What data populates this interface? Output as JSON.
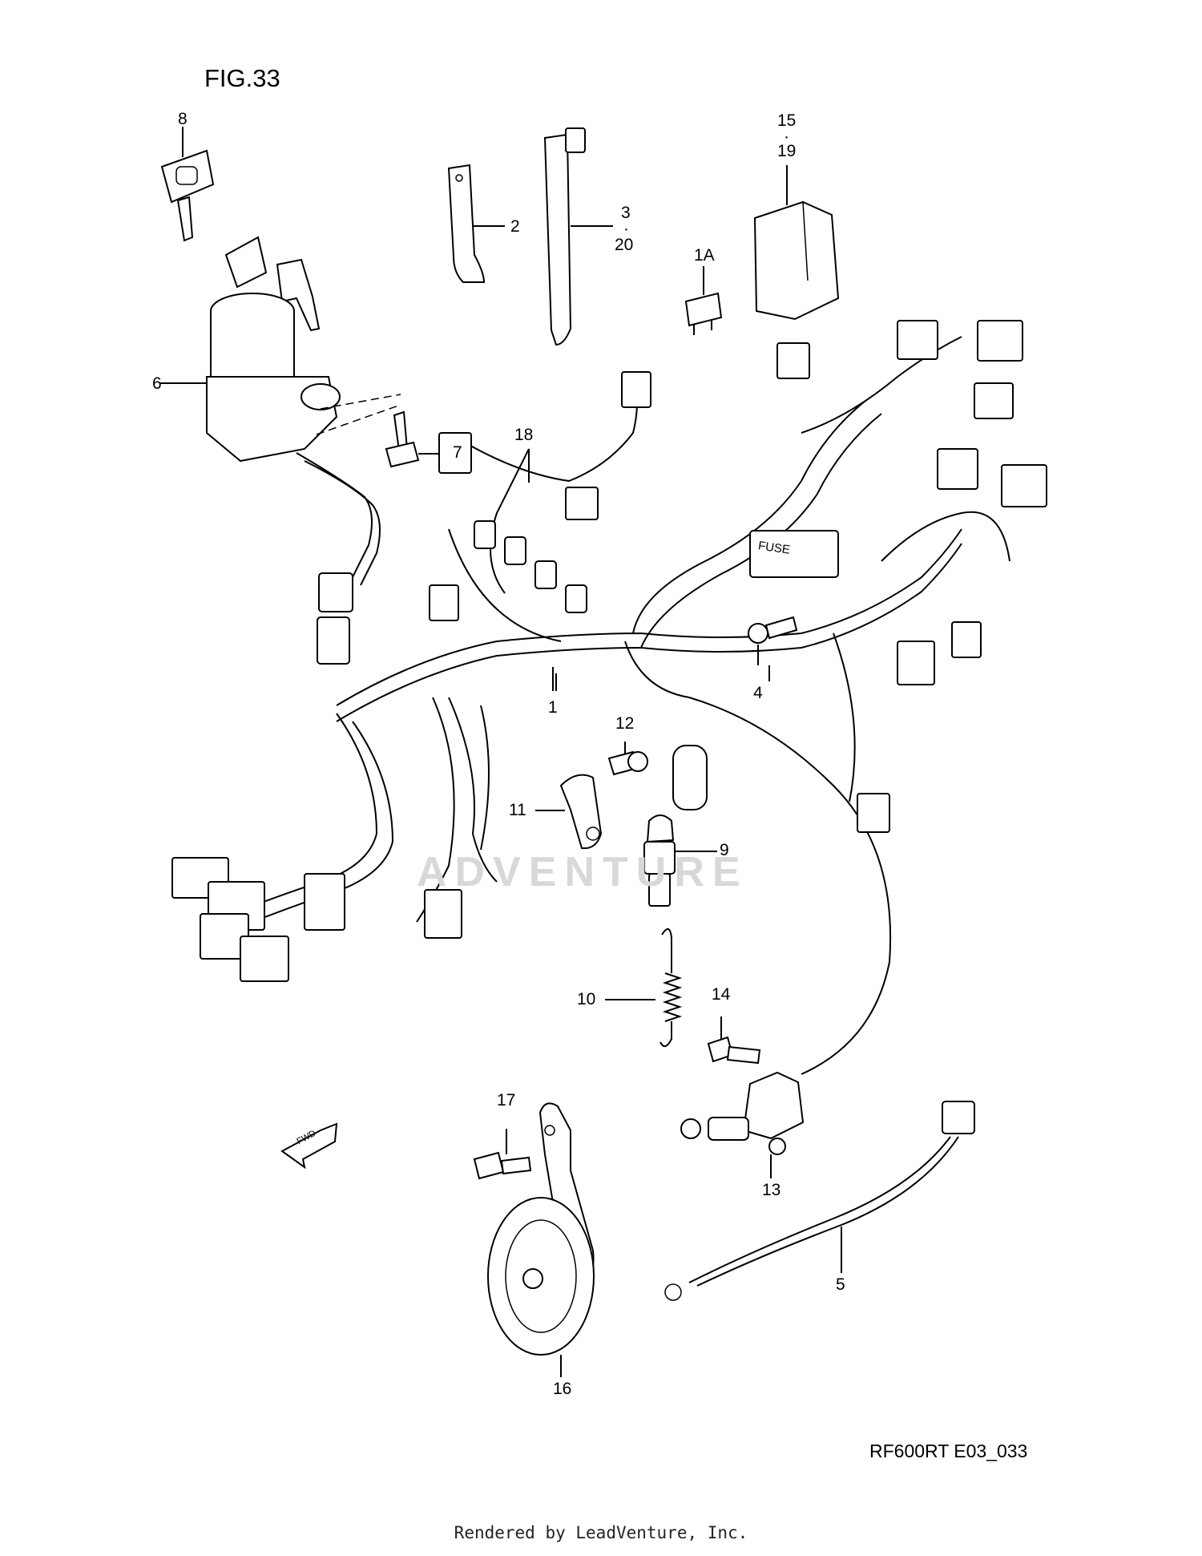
{
  "figure": {
    "title": "FIG.33",
    "code": "RF600RT E03_033"
  },
  "watermark": "ADVENTURE",
  "footer": "Rendered by LeadVenture, Inc.",
  "callouts": {
    "c1": "1",
    "c1a": "1A",
    "c2": "2",
    "c3": "3",
    "c3dot": "·",
    "c20": "20",
    "c4": "4",
    "c5": "5",
    "c6": "6",
    "c7": "7",
    "c8": "8",
    "c9": "9",
    "c10": "10",
    "c11": "11",
    "c12": "12",
    "c13": "13",
    "c14": "14",
    "c15": "15",
    "c15dot": "·",
    "c19": "19",
    "c16": "16",
    "c17": "17",
    "c18": "18"
  },
  "labels": {
    "fuse": "FUSE",
    "fwd": "FWD"
  },
  "colors": {
    "line": "#000000",
    "background": "#ffffff",
    "watermark": "#d8d8d8"
  }
}
